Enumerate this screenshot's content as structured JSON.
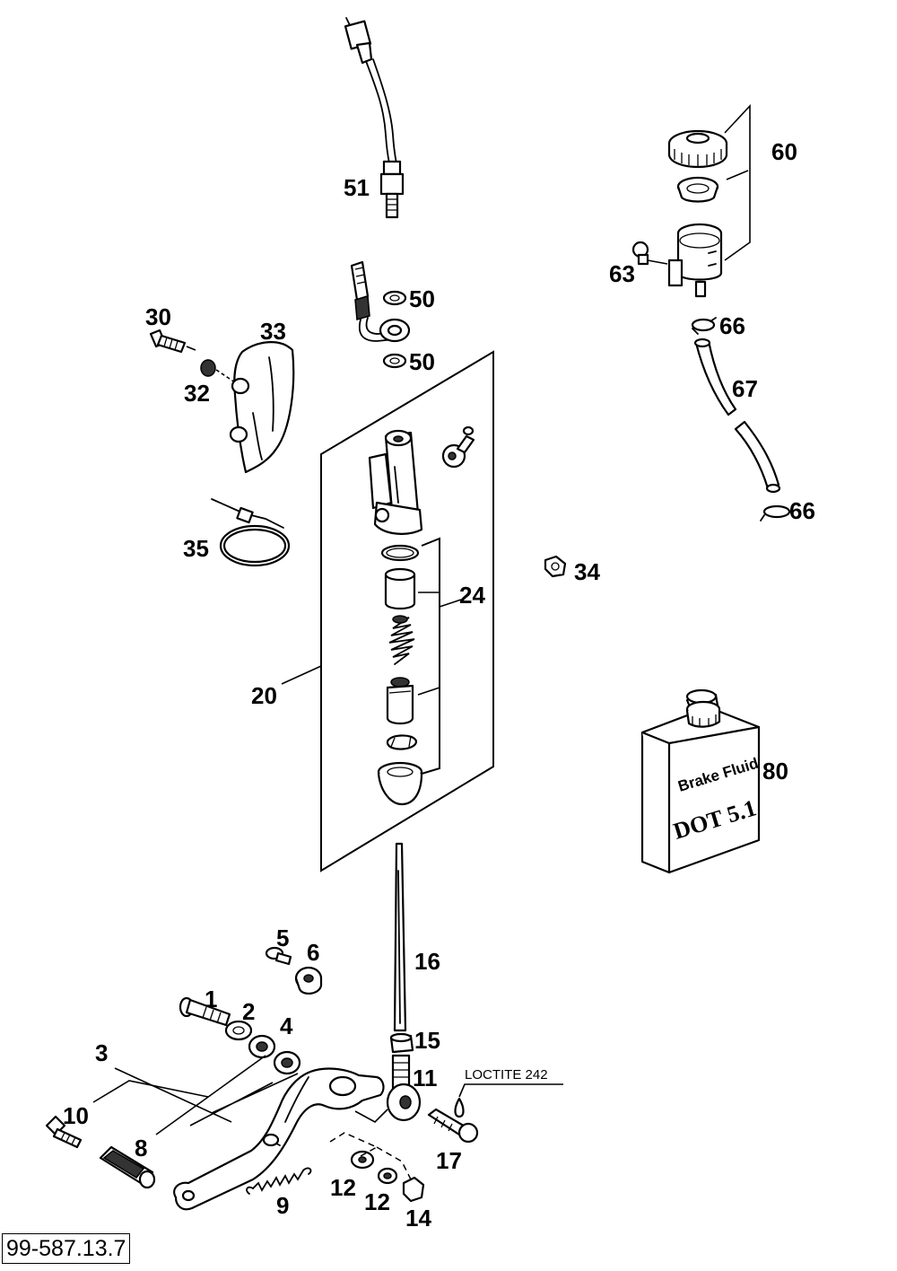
{
  "drawing_code": "99-587.13.7",
  "callouts": {
    "c51": "51",
    "c50a": "50",
    "c50b": "50",
    "c30": "30",
    "c33": "33",
    "c32": "32",
    "c60": "60",
    "c63": "63",
    "c66a": "66",
    "c67": "67",
    "c66b": "66",
    "c35": "35",
    "c34": "34",
    "c24": "24",
    "c20": "20",
    "c80": "80",
    "c16": "16",
    "c5": "5",
    "c6": "6",
    "c1": "1",
    "c2": "2",
    "c4": "4",
    "c3": "3",
    "c15": "15",
    "c11": "11",
    "c10": "10",
    "c8": "8",
    "c17": "17",
    "c12a": "12",
    "c12b": "12",
    "c14": "14",
    "c9": "9"
  },
  "notes": {
    "loctite": "LOCTITE 242"
  },
  "bottle_label": {
    "line1": "Brake Fluid",
    "line2": "DOT 5.1"
  }
}
